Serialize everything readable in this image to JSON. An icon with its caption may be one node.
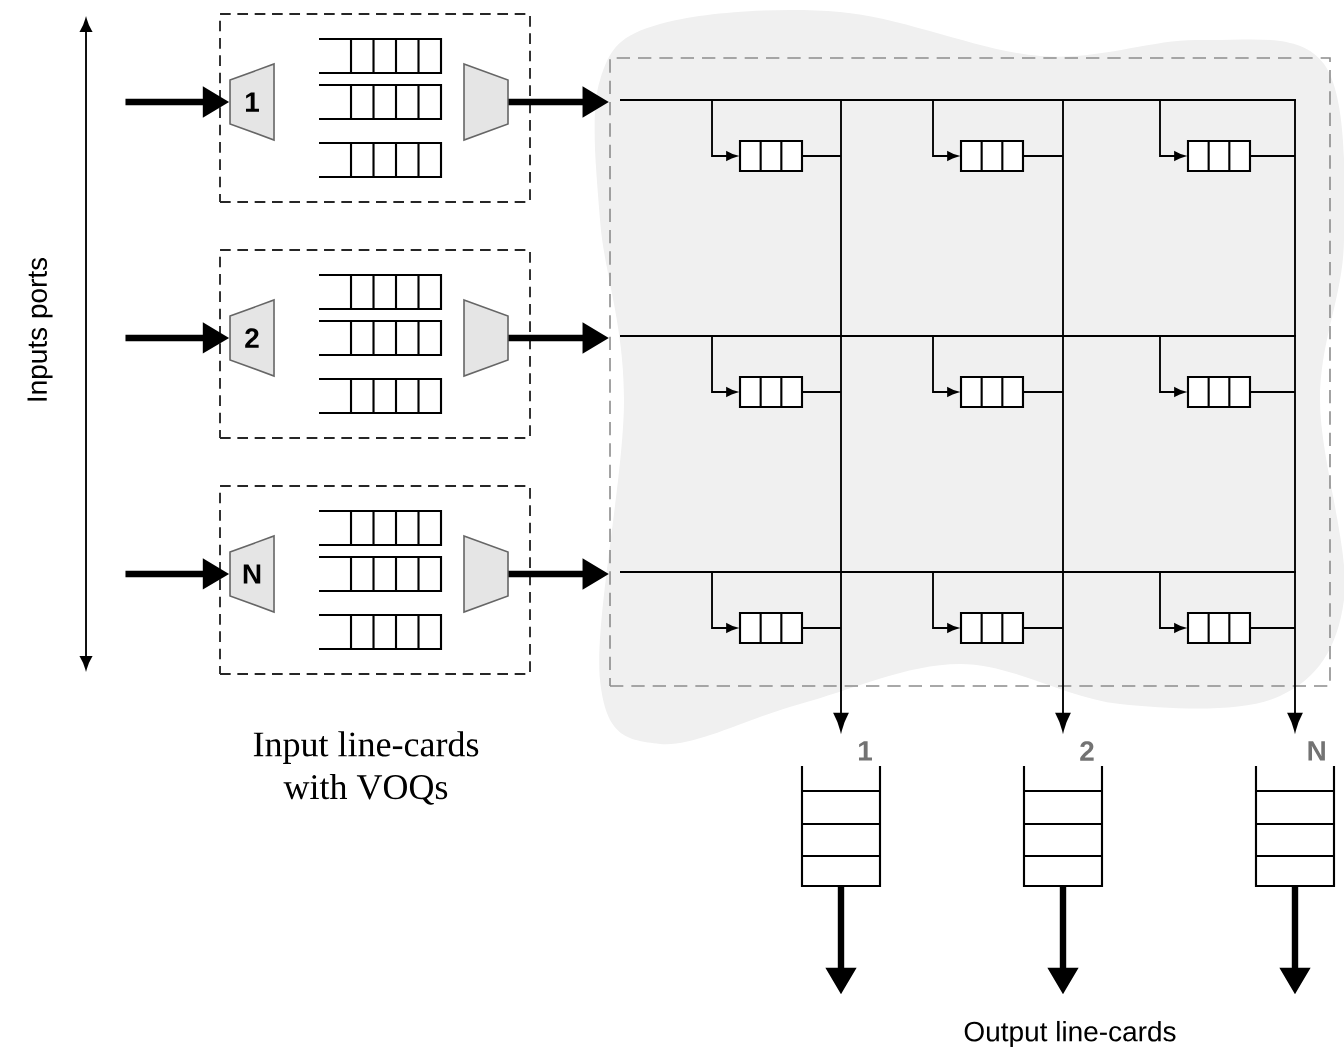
{
  "diagram": {
    "nodes": [
      {
        "text": [],
        "shape": "box"
      },
      {
        "text": [
          "1"
        ],
        "in": 0
      },
      {
        "text": [],
        "shape": "queue",
        "in": 0
      },
      {
        "text": [],
        "shape": "queue",
        "in": 0
      },
      {
        "text": [],
        "shape": "queue",
        "in": 0
      },
      {
        "text": [],
        "shape": "trapezoid",
        "in": 0
      },
      {
        "text": [],
        "shape": "box"
      },
      {
        "text": [
          "2"
        ],
        "in": 6
      },
      {
        "text": [],
        "shape": "queue",
        "in": 6
      },
      {
        "text": [],
        "shape": "queue",
        "in": 6
      },
      {
        "text": [],
        "shape": "queue",
        "in": 6
      },
      {
        "text": [],
        "shape": "trapezoid",
        "in": 6
      },
      {
        "text": [],
        "shape": "box"
      },
      {
        "text": [
          "N"
        ],
        "in": 12
      },
      {
        "text": [],
        "shape": "queue",
        "in": 12
      },
      {
        "text": [],
        "shape": "queue",
        "in": 12
      },
      {
        "text": [],
        "shape": "queue",
        "in": 12
      },
      {
        "text": [],
        "shape": "trapezoid",
        "in": 12
      },
      {
        "text": [],
        "shape": "box"
      },
      {
        "text": [],
        "shape": "queue",
        "in": 18
      },
      {
        "text": [],
        "shape": "queue",
        "in": 18
      },
      {
        "text": [],
        "shape": "queue",
        "in": 18
      },
      {
        "text": [],
        "shape": "queue",
        "in": 18
      },
      {
        "text": [],
        "shape": "queue",
        "in": 18
      },
      {
        "text": [],
        "shape": "queue",
        "in": 18
      },
      {
        "text": [],
        "shape": "queue",
        "in": 18
      },
      {
        "text": [],
        "shape": "queue",
        "in": 18
      },
      {
        "text": [],
        "shape": "queue",
        "in": 18
      },
      {
        "text": [
          "1"
        ]
      },
      {
        "text": [
          "2"
        ]
      },
      {
        "text": [
          "N"
        ]
      }
    ],
    "edges": [
      {
        "from": null,
        "to": 1,
        "arrow": "to",
        "style": "thick"
      },
      {
        "from": 5,
        "to": 18,
        "arrow": "to",
        "style": "thick"
      },
      {
        "from": null,
        "to": 7,
        "arrow": "to",
        "style": "thick"
      },
      {
        "from": 11,
        "to": 18,
        "arrow": "to",
        "style": "thick"
      },
      {
        "from": null,
        "to": 13,
        "arrow": "to",
        "style": "thick"
      },
      {
        "from": 17,
        "to": 18,
        "arrow": "to",
        "style": "thick"
      },
      {
        "from": 18,
        "to": 19,
        "arrow": "to"
      },
      {
        "from": 18,
        "to": 20,
        "arrow": "to"
      },
      {
        "from": 18,
        "to": 21,
        "arrow": "to"
      },
      {
        "from": 18,
        "to": 22,
        "arrow": "to"
      },
      {
        "from": 18,
        "to": 23,
        "arrow": "to"
      },
      {
        "from": 18,
        "to": 24,
        "arrow": "to"
      },
      {
        "from": 18,
        "to": 25,
        "arrow": "to"
      },
      {
        "from": 18,
        "to": 26,
        "arrow": "to"
      },
      {
        "from": 18,
        "to": 27,
        "arrow": "to"
      },
      {
        "from": 19,
        "to": 28,
        "arrow": "to"
      },
      {
        "from": 20,
        "to": 29,
        "arrow": "to"
      },
      {
        "from": 21,
        "to": 30,
        "arrow": "to"
      },
      {
        "from": 22,
        "to": 28,
        "arrow": "to"
      },
      {
        "from": 23,
        "to": 29,
        "arrow": "to"
      },
      {
        "from": 24,
        "to": 30,
        "arrow": "to"
      },
      {
        "from": 25,
        "to": 28,
        "arrow": "to"
      },
      {
        "from": 26,
        "to": 29,
        "arrow": "to"
      },
      {
        "from": 27,
        "to": 30,
        "arrow": "to"
      },
      {
        "from": 28,
        "to": null,
        "arrow": "to",
        "style": "thick"
      },
      {
        "from": 29,
        "to": null,
        "arrow": "to",
        "style": "thick"
      },
      {
        "from": 30,
        "to": null,
        "arrow": "to",
        "style": "thick"
      }
    ],
    "labels": [
      "Inputs ports",
      "Input line-cards with VOQs",
      "Output line-cards"
    ]
  }
}
